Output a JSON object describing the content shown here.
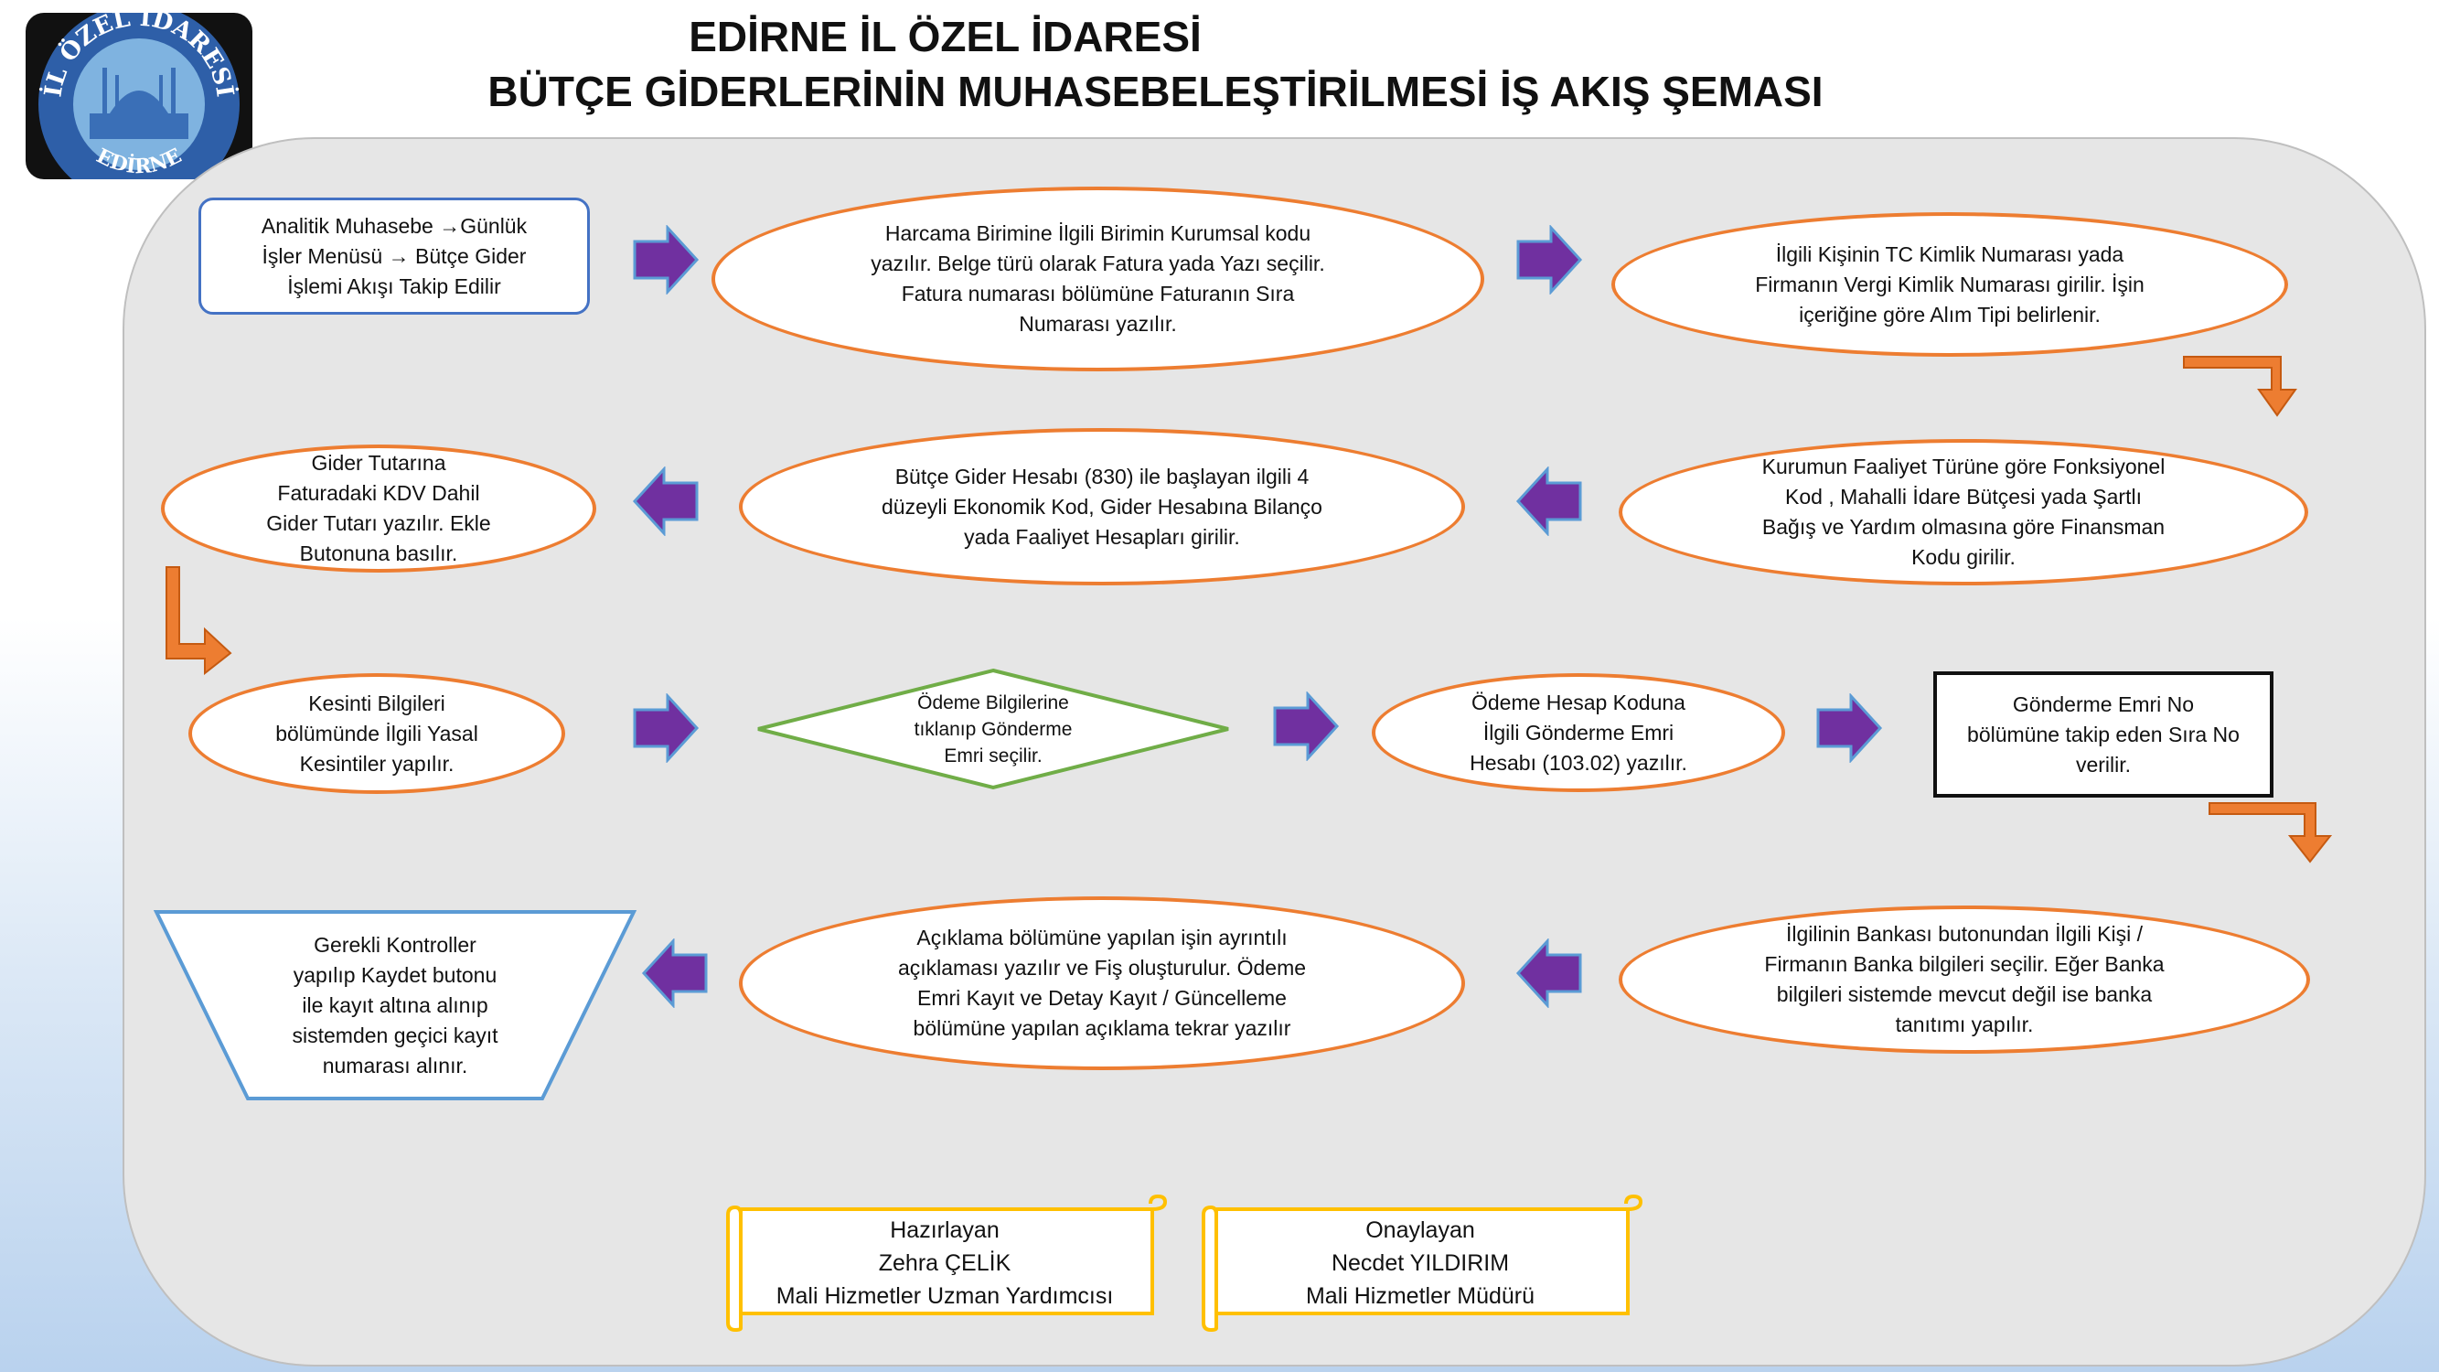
{
  "header": {
    "logo_text_top": "İL ÖZEL İDARESİ",
    "logo_text_bottom": "EDİRNE",
    "title_line1": "EDİRNE İL ÖZEL İDARESİ",
    "title_line2": "BÜTÇE GİDERLERİNİN MUHASEBELEŞTİRİLMESİ İŞ AKIŞ ŞEMASI"
  },
  "steps": {
    "s1": "Analitik Muhasebe →Günlük\nİşler Menüsü →  Bütçe Gider\nİşlemi Akışı Takip Edilir",
    "s2": "Harcama Birimine İlgili Birimin Kurumsal  kodu\nyazılır. Belge türü olarak Fatura  yada Yazı seçilir.\nFatura numarası  bölümüne Faturanın Sıra\nNumarası yazılır.",
    "s3": "İlgili Kişinin TC Kimlik Numarası yada\nFirmanın Vergi Kimlik Numarası girilir. İşin\niçeriğine göre Alım Tipi belirlenir.",
    "s4": "Kurumun Faaliyet Türüne göre Fonksiyonel\nKod , Mahalli İdare Bütçesi yada  Şartlı\nBağış ve Yardım olmasına göre Finansman\nKodu girilir.",
    "s5": "Bütçe Gider Hesabı  (830) ile başlayan ilgili 4\ndüzeyli Ekonomik Kod, Gider Hesabına Bilanço\nyada  Faaliyet Hesapları girilir.",
    "s6": "Gider Tutarına\nFaturadaki  KDV Dahil\nGider Tutarı yazılır. Ekle\nButonuna  basılır.",
    "s7": "Kesinti Bilgileri\nbölümünde  İlgili Yasal\nKesintiler yapılır.",
    "s8": "Ödeme Bilgilerine\ntıklanıp Gönderme\nEmri  seçilir.",
    "s9": "Ödeme  Hesap Koduna\nİlgili Gönderme  Emri\nHesabı (103.02) yazılır.",
    "s10": "Gönderme Emri No\nbölümüne takip eden Sıra No\nverilir.",
    "s11": "İlgilinin Bankası butonundan İlgili Kişi /\nFirmanın Banka bilgileri seçilir. Eğer Banka\nbilgileri sistemde mevcut değil  ise banka\ntanıtımı  yapılır.",
    "s12": "Açıklama  bölümüne  yapılan işin ayrıntılı\naçıklaması  yazılır ve Fiş oluşturulur. Ödeme\nEmri Kayıt  ve  Detay Kayıt / Güncelleme\nbölümüne  yapılan açıklama tekrar yazılır",
    "s13": "Gerekli Kontroller\nyapılıp Kaydet butonu\nile kayıt altına alınıp\nsistemden geçici kayıt\nnumarası alınır."
  },
  "signatures": {
    "prepared": "Hazırlayan\nZehra ÇELİK\nMali Hizmetler Uzman Yardımcısı",
    "approved": "Onaylayan\nNecdet YILDIRIM\nMali Hizmetler Müdürü"
  },
  "colors": {
    "ellipse_border": "#ed7d31",
    "arrow_fill": "#7030a0",
    "arrow_outline": "#5b9bd5",
    "bend_arrow": "#ed7d31",
    "diamond_border": "#70ad47",
    "trapezoid_border": "#5b9bd5",
    "scroll_border": "#ffc000",
    "panel": "#e6e6e6"
  }
}
